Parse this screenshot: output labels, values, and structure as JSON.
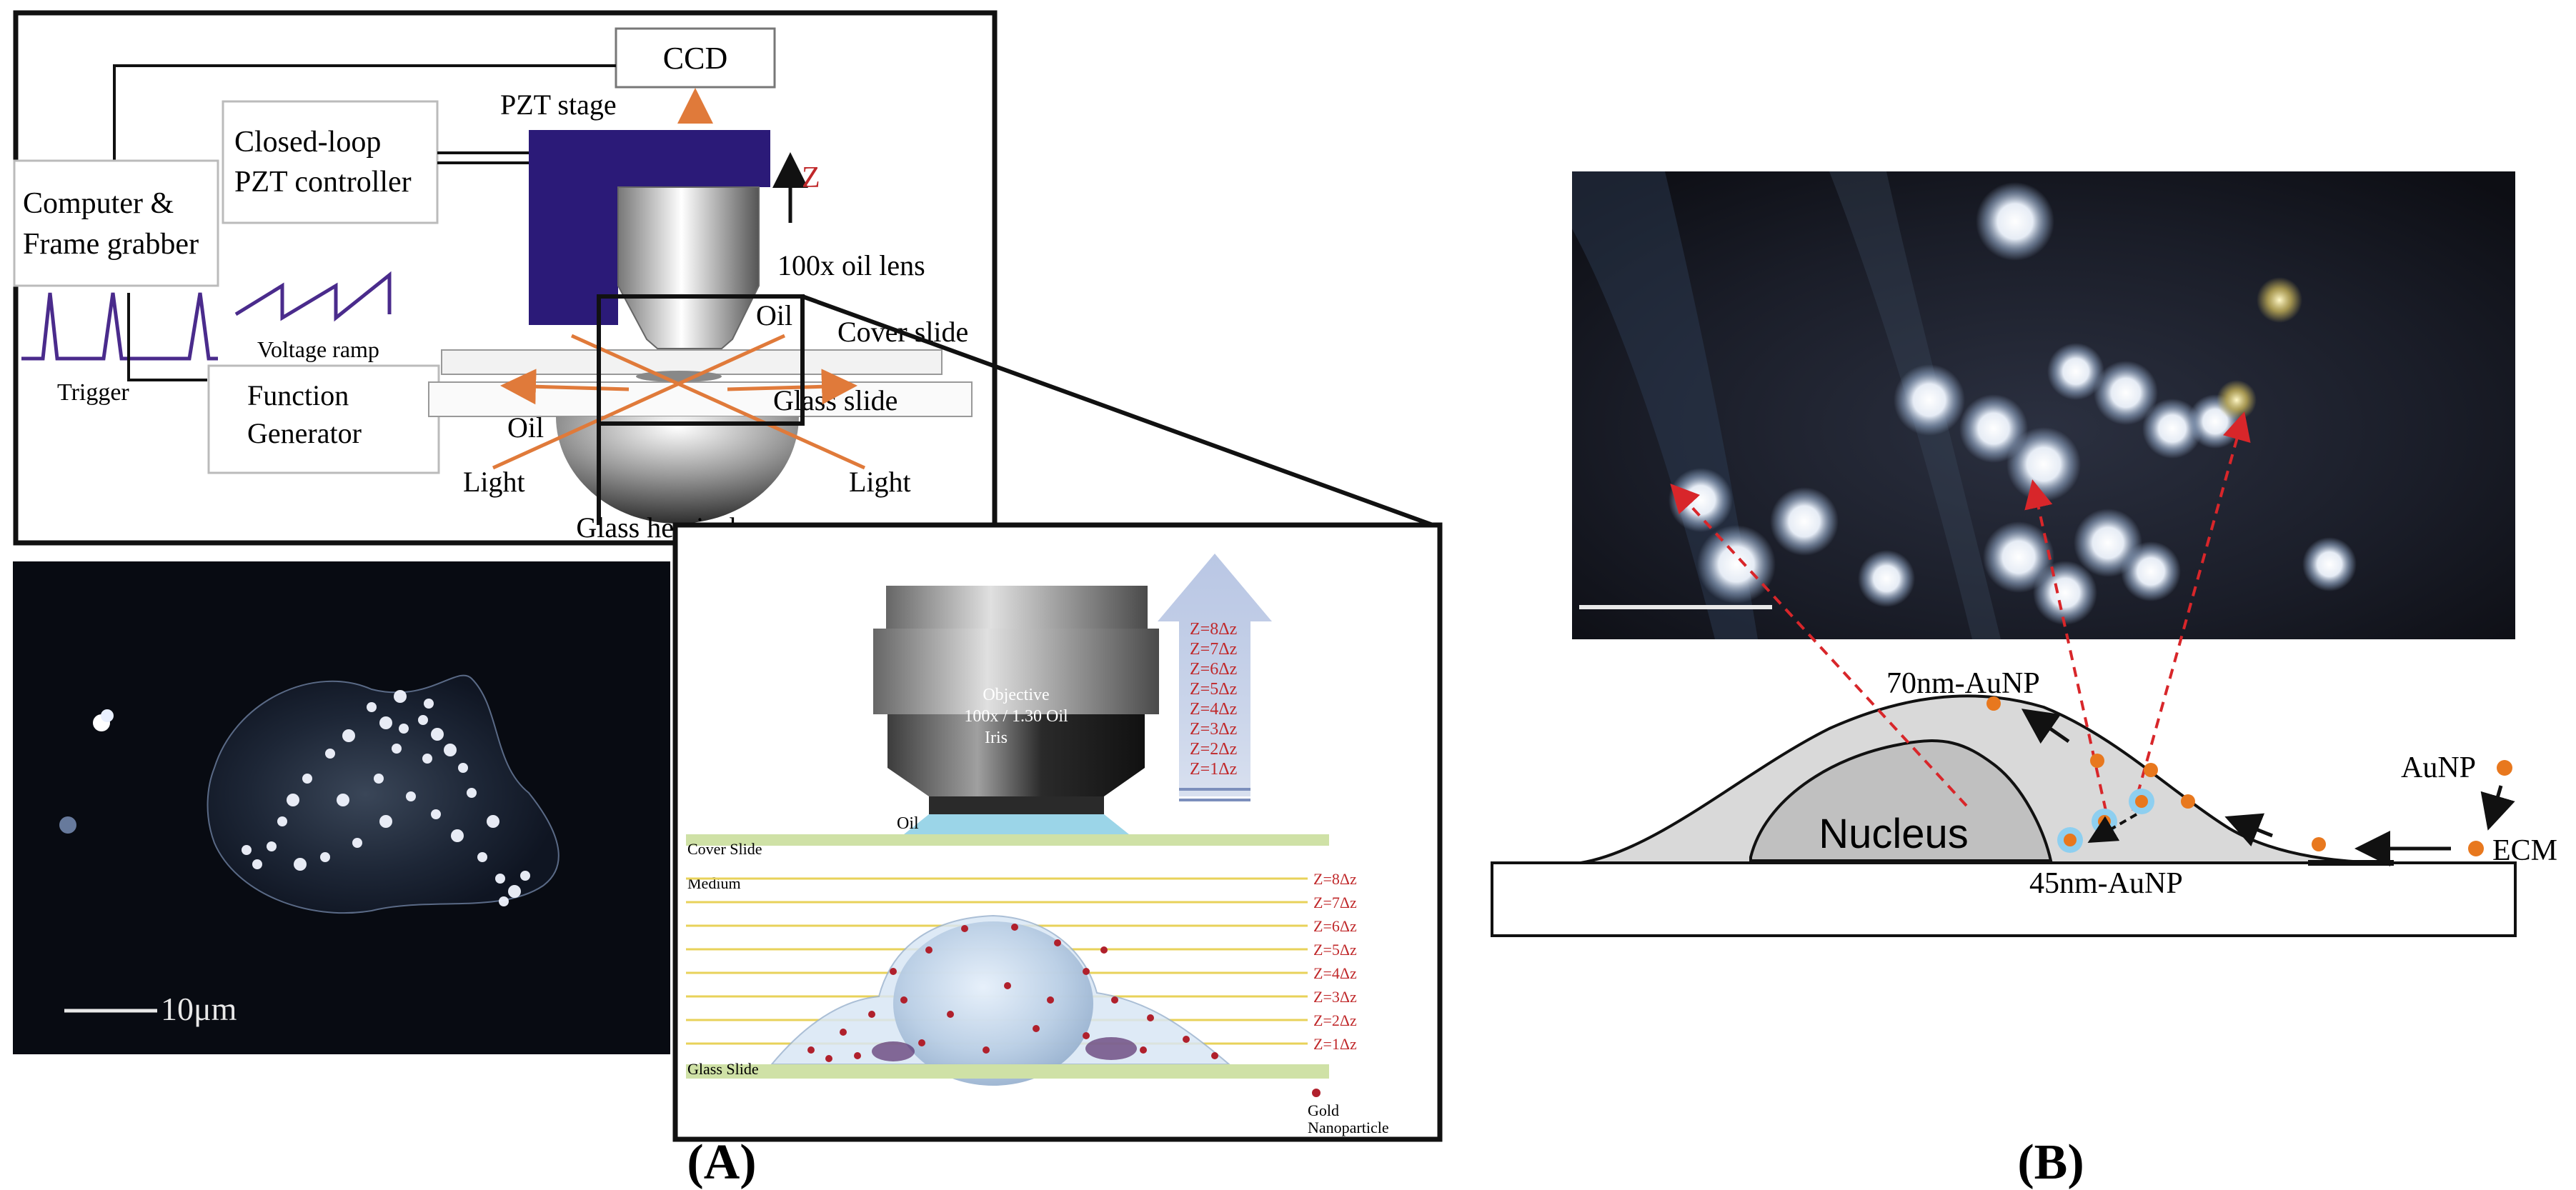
{
  "panel_a": {
    "label": "A",
    "setup": {
      "ccd": "CCD",
      "pzt_stage": "PZT stage",
      "z_axis": "Z",
      "controller_line1": "Closed-loop",
      "controller_line2": "PZT controller",
      "computer_line1": "Computer &",
      "computer_line2": "Frame grabber",
      "lens": "100x oil lens",
      "voltage_ramp": "Voltage ramp",
      "trigger": "Trigger",
      "function_line1": "Function",
      "function_line2": "Generator",
      "oil_top": "Oil",
      "cover_slide": "Cover slide",
      "glass_slide": "Glass slide",
      "oil_bottom": "Oil",
      "light_left": "Light",
      "light_right": "Light",
      "hemisphere": "Glass hemisphere"
    },
    "micrograph": {
      "scale_bar": "10μm"
    },
    "inset": {
      "objective_line1": "Objective",
      "objective_line2": "100x / 1.30 Oil",
      "objective_line3": "Iris",
      "oil": "Oil",
      "cover_slide": "Cover Slide",
      "medium": "Medium",
      "glass_slide": "Glass Slide",
      "legend_line1": "Gold",
      "legend_line2": "Nanoparticle",
      "z_levels": [
        "Z=8Δz",
        "Z=7Δz",
        "Z=6Δz",
        "Z=5Δz",
        "Z=4Δz",
        "Z=3Δz",
        "Z=2Δz",
        "Z=1Δz"
      ]
    }
  },
  "panel_b": {
    "label": "B",
    "label_70nm": "70nm-AuNP",
    "label_45nm": "45nm-AuNP",
    "nucleus": "Nucleus",
    "aunp": "AuNP",
    "ecm": "ECM"
  },
  "colors": {
    "stage_purple": "#2b1a78",
    "laser_orange": "#e07a3a",
    "z_red": "#c0282a",
    "trace_purple": "#4a2b8c",
    "np_orange": "#e8781e",
    "dashed_red": "#d8262a",
    "cell_grey": "#d9d9d9"
  }
}
